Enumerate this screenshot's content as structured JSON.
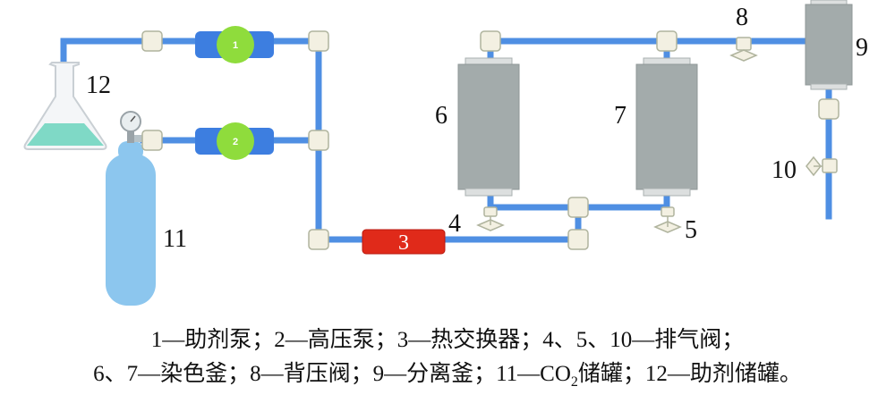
{
  "colors": {
    "pipe": "#4f8fe3",
    "joint_fill": "#f3f0e2",
    "joint_stroke": "#b0b49e",
    "pump_body": "#3d7ee0",
    "pump_circle": "#8fdc3c",
    "heat_exchanger": "#e02a1a",
    "vessel": "#a3abab",
    "cylinder": "#8cc6ee",
    "liquid": "#7fd9c6"
  },
  "labels": {
    "pump1": "1",
    "pump2": "2",
    "heat_exchanger": "3",
    "vent4": "4",
    "vent5": "5",
    "vessel6": "6",
    "vessel7": "7",
    "back_pressure_valve": "8",
    "separator": "9",
    "vent10": "10",
    "co2_tank": "11",
    "cosolvent_tank": "12"
  },
  "caption": {
    "line1": "1—助剂泵；2—高压泵；3—热交换器；4、5、10—排气阀；",
    "line2_a": "6、7—染色釜；8—背压阀；9—分离釜；11—CO",
    "line2_sub": "2",
    "line2_b": "储罐；12—助剂储罐。"
  }
}
